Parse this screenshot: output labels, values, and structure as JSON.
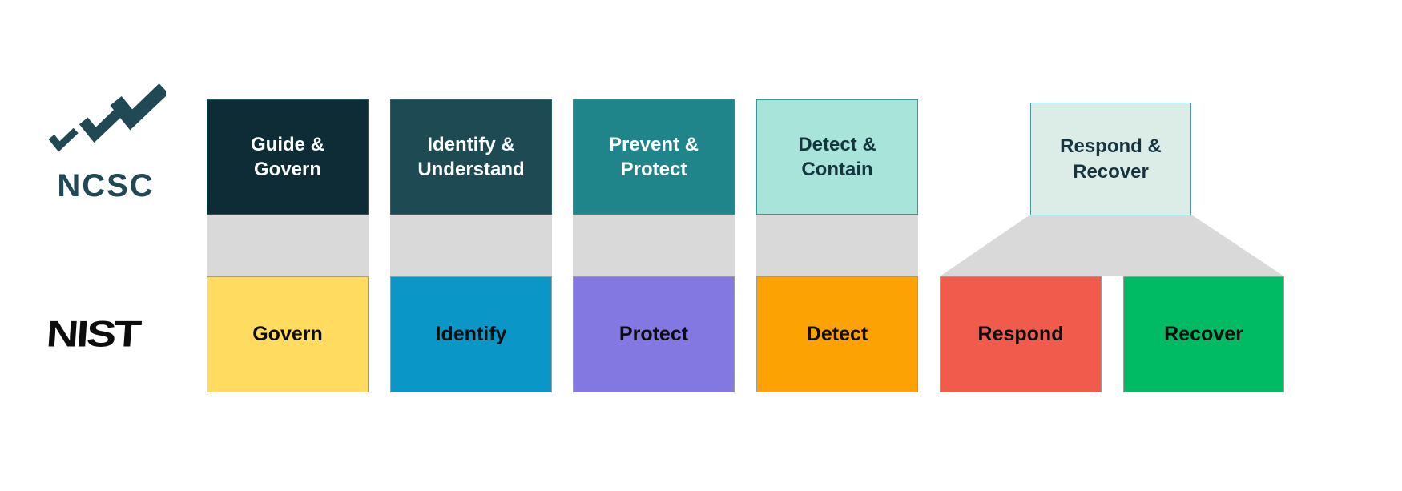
{
  "diagram": {
    "background": "#ffffff",
    "connector_color": "#d9d9d9"
  },
  "logos": {
    "ncsc": {
      "text": "NCSC",
      "color": "#214955"
    },
    "nist": {
      "text": "NIST",
      "color": "#0d0d0d"
    }
  },
  "ncsc_row": {
    "boxes": [
      {
        "label": "Guide & Govern",
        "fill": "#0d2c36",
        "border": "#1e5a64",
        "text_color": "#ffffff"
      },
      {
        "label": "Identify & Understand",
        "fill": "#1d4a53",
        "border": "#27626b",
        "text_color": "#ffffff"
      },
      {
        "label": "Prevent & Protect",
        "fill": "#1f858a",
        "border": "#2a9296",
        "text_color": "#ffffff"
      },
      {
        "label": "Detect & Contain",
        "fill": "#a9e4db",
        "border": "#2f9b94",
        "text_color": "#143540"
      },
      {
        "label": "Respond & Recover",
        "fill": "#dcede8",
        "border": "#4d979b",
        "text_color": "#143540"
      }
    ]
  },
  "nist_row": {
    "boxes": [
      {
        "label": "Govern",
        "fill": "#ffdc5f",
        "border": "#9b9b9b",
        "text_color": "#0d0d0d"
      },
      {
        "label": "Identify",
        "fill": "#0a96c6",
        "border": "#9b9b9b",
        "text_color": "#0d0d0d"
      },
      {
        "label": "Protect",
        "fill": "#8378e1",
        "border": "#9b9b9b",
        "text_color": "#0d0d0d"
      },
      {
        "label": "Detect",
        "fill": "#fca303",
        "border": "#9b9b9b",
        "text_color": "#0d0d0d"
      },
      {
        "label": "Respond",
        "fill": "#f15b4b",
        "border": "#9b9b9b",
        "text_color": "#0d0d0d"
      },
      {
        "label": "Recover",
        "fill": "#00bb64",
        "border": "#9b9b9b",
        "text_color": "#0d0d0d"
      }
    ]
  }
}
